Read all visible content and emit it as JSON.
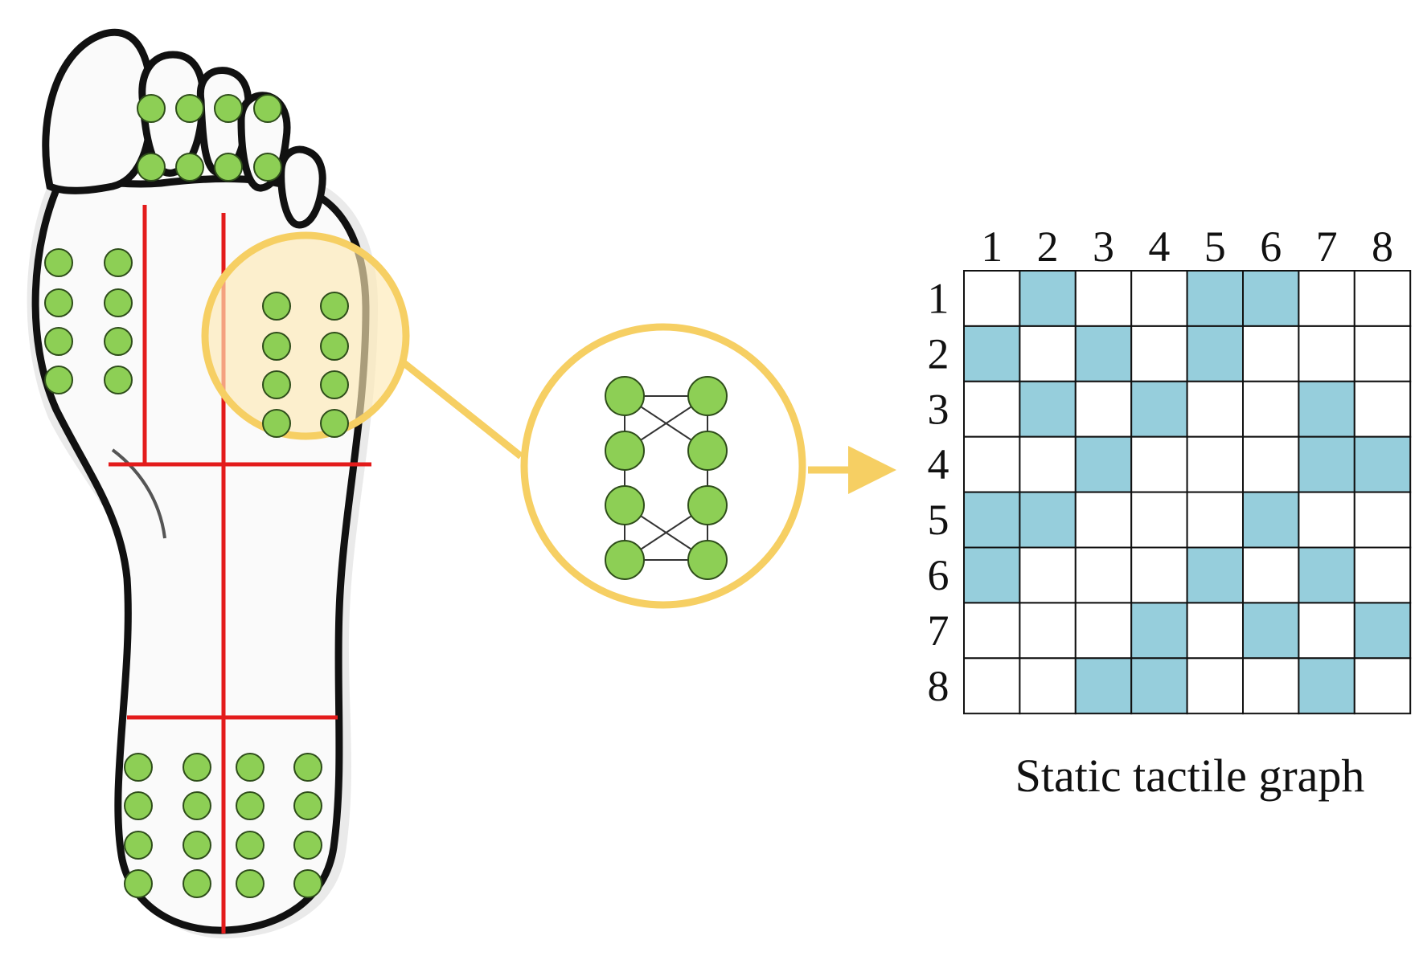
{
  "caption": "Static tactile graph",
  "colors": {
    "sensor": "#8dcf55",
    "sensor_stroke": "#2e4d1a",
    "zone_line": "#e31b1b",
    "highlight": "#f6cf63",
    "cell_on": "#96cedc",
    "cell_off": "#ffffff",
    "outline": "#111111"
  },
  "matrix": {
    "column_labels": [
      "1",
      "2",
      "3",
      "4",
      "5",
      "6",
      "7",
      "8"
    ],
    "row_labels": [
      "1",
      "2",
      "3",
      "4",
      "5",
      "6",
      "7",
      "8"
    ],
    "cells": [
      [
        0,
        1,
        0,
        0,
        1,
        1,
        0,
        0
      ],
      [
        1,
        0,
        1,
        0,
        1,
        0,
        0,
        0
      ],
      [
        0,
        1,
        0,
        1,
        0,
        0,
        1,
        0
      ],
      [
        0,
        0,
        1,
        0,
        0,
        0,
        1,
        1
      ],
      [
        1,
        1,
        0,
        0,
        0,
        1,
        0,
        0
      ],
      [
        1,
        0,
        0,
        0,
        1,
        0,
        1,
        0
      ],
      [
        0,
        0,
        0,
        1,
        0,
        1,
        0,
        1
      ],
      [
        0,
        0,
        1,
        1,
        0,
        0,
        1,
        0
      ]
    ]
  }
}
